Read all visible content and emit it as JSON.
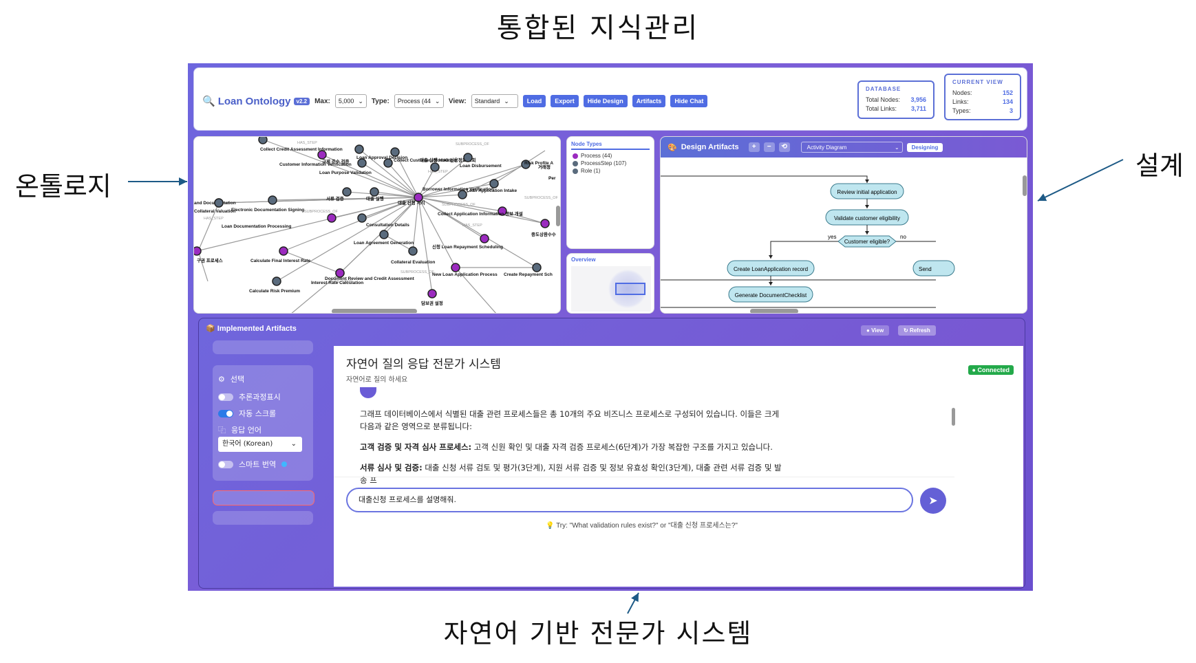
{
  "annotations": {
    "title": "통합된 지식관리",
    "left": "온톨로지",
    "right": "설계",
    "bottom": "자연어 기반 전문가 시스템"
  },
  "toolbar": {
    "logo": "Loan Ontology",
    "version": "v2.2",
    "max_label": "Max:",
    "max_value": "5,000",
    "type_label": "Type:",
    "type_value": "Process (44",
    "view_label": "View:",
    "view_value": "Standard",
    "buttons": {
      "load": "Load",
      "export": "Export",
      "hide_design": "Hide Design",
      "artifacts": "Artifacts",
      "hide_chat": "Hide Chat"
    }
  },
  "database": {
    "title": "DATABASE",
    "nodes_label": "Total Nodes:",
    "nodes": "3,956",
    "links_label": "Total Links:",
    "links": "3,711"
  },
  "current_view": {
    "title": "CURRENT VIEW",
    "nodes_label": "Nodes:",
    "nodes": "152",
    "links_label": "Links:",
    "links": "134",
    "types_label": "Types:",
    "types": "3"
  },
  "node_types": {
    "title": "Node Types",
    "items": [
      {
        "label": "Process (44)",
        "color": "#9b2bbf"
      },
      {
        "label": "ProcessStep (107)",
        "color": "#5a6b7d"
      },
      {
        "label": "Role (1)",
        "color": "#5a6b7d"
      }
    ]
  },
  "overview": {
    "title": "Overview"
  },
  "graph": {
    "labels": [
      "Collect Credit Assessment Information",
      "규제 준수 검증",
      "Loan Approval Decision",
      "Collect Customer Information",
      "Customer Information Verification",
      "Loan Purpose Validation",
      "대출 실행 HUG 신용정보 조회",
      "Loan Disbursement",
      "Risk Profile A",
      "Loan Application Intake",
      "Borrower Information Verification",
      "서류 검증",
      "대출 실행",
      "대출 신청 처리",
      "and Documentation",
      "Collateral Valuation",
      "Electronic Documentation Signing",
      "Collect Application Information 정보 개설",
      "Loan Documentation Processing",
      "Consultation Details",
      "중도상환수수",
      "Loan Agreement Generation",
      "신청 Loan Repayment Scheduling",
      "Calculate Final Interest Rate",
      "Collateral Evaluation",
      "구권 프로세스",
      "Document Review and Credit Assessment",
      "New Loan Application Process",
      "Create Repayment Sch",
      "Interest Rate Calculation",
      "Calculate Risk Premium",
      "담보권 설정",
      "HAS_STEP",
      "SUBPROCESS_OF",
      "거래정",
      "Per"
    ]
  },
  "design": {
    "title": "Design Artifacts",
    "btn_plus": "+",
    "btn_minus": "−",
    "btn_reset": "⟲",
    "diagram_type": "Activity Diagram",
    "mode": "Designing",
    "nodes": {
      "n1": "Review initial application",
      "n2": "Validate customer eligibility",
      "decision": "Customer eligible?",
      "yes": "yes",
      "no": "no",
      "n3": "Create LoanApplication record",
      "n4": "Send",
      "n5": "Generate DocumentChecklist"
    }
  },
  "bottom": {
    "title": "Implemented Artifacts",
    "view_btn": "View",
    "refresh_btn": "Refresh",
    "options": {
      "title": "선택",
      "reasoning": "추론과정표시",
      "autoscroll": "자동 스크롤",
      "lang_label": "응답 언어",
      "lang_value": "한국어 (Korean)",
      "smart": "스마트 번역"
    }
  },
  "chat": {
    "title": "자연어 질의 응답 전문가 시스템",
    "subtitle": "자연어로 질의 하세요",
    "status": "Connected",
    "intro": "그래프 데이터베이스에서 식별된 대출 관련 프로세스들은 총 10개의 주요 비즈니스 프로세스로 구성되어 있습니다. 이들은 크게 다음과 같은 영역으로 분류됩니다:",
    "item1_head": "고객 검증 및 자격 심사 프로세스:",
    "item1_body": " 고객 신원 확인 및 대출 자격 검증 프로세스(6단계)가 가장 복잡한 구조를 가지고 있습니다.",
    "item2_head": "서류 심사 및 검증:",
    "item2_body": " 대출 신청 서류 검토 및 평가(3단계), 지원 서류 검증 및 정보 유효성 확인(3단계), 대출 관련 서류 검증 및 발송 프",
    "input": "대출신청 프로세스를 설명해줘.",
    "hint": "Try: \"What validation rules exist?\" or \"대출 신청 프로세스는?\""
  }
}
